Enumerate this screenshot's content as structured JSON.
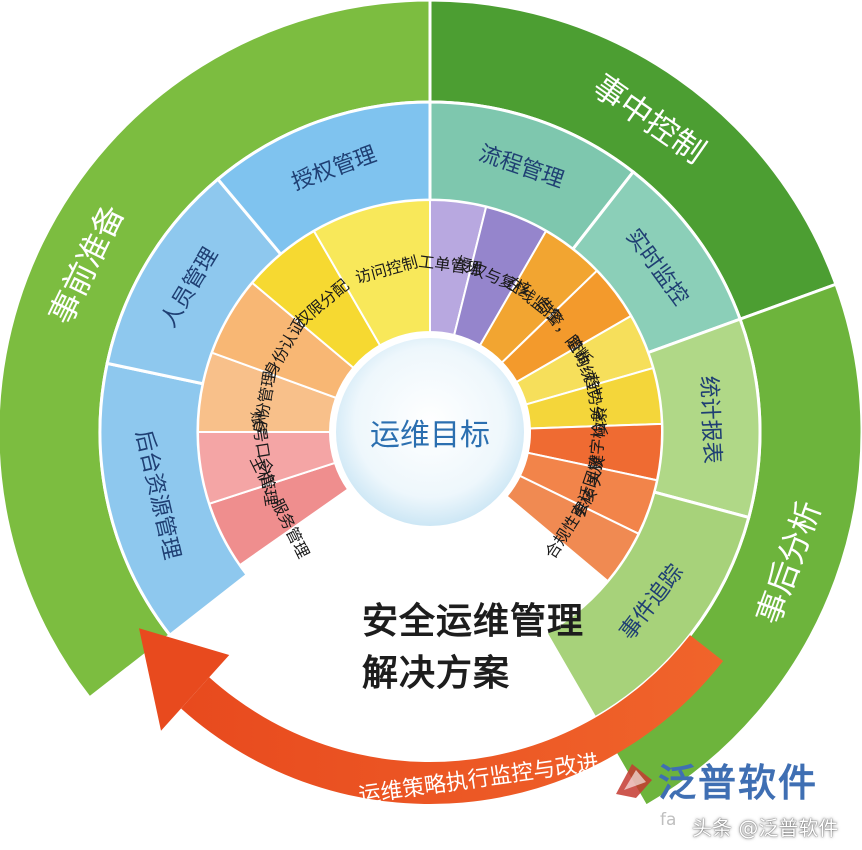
{
  "center_label": "运维目标",
  "solution": {
    "line1": "安全运维管理",
    "line2": "解决方案"
  },
  "cycle_label": "运维策略执行监控与改进",
  "brand": {
    "name": "泛普软件",
    "url": "fa"
  },
  "watermark": "头条 @泛普软件",
  "phases": [
    {
      "label": "事前准备",
      "color": "#7cbd40"
    },
    {
      "label": "事中控制",
      "color": "#4c9e32"
    },
    {
      "label": "事后分析",
      "color": "#6db43c"
    }
  ],
  "categories": [
    {
      "label": "后台资源管理",
      "color": "#8ec8ee"
    },
    {
      "label": "人员管理",
      "color": "#8ec8ee"
    },
    {
      "label": "授权管理",
      "color": "#7fc3ef"
    },
    {
      "label": "流程管理",
      "color": "#7ec7ae"
    },
    {
      "label": "实时监控",
      "color": "#8bcfb8"
    },
    {
      "label": "统计报表",
      "color": "#b0d887"
    },
    {
      "label": "事件追踪",
      "color": "#a7d27a"
    }
  ],
  "items": [
    {
      "label": "主机、服务管理",
      "color": "#ef8e8e"
    },
    {
      "label": "账号口令管理",
      "color": "#f4a5a5"
    },
    {
      "label": "身份管理",
      "color": "#f8c08a"
    },
    {
      "label": "身份认证",
      "color": "#f8b774"
    },
    {
      "label": "权限分配",
      "color": "#f6d931"
    },
    {
      "label": "访问控制",
      "color": "#f8e85a"
    },
    {
      "label": "工单管理",
      "color": "#b8a8e0"
    },
    {
      "label": "授权与复核",
      "color": "#9585cc"
    },
    {
      "label": "在线监控",
      "color": "#f2a531"
    },
    {
      "label": "告警，阻断",
      "color": "#f39a2c"
    },
    {
      "label": "查询统计",
      "color": "#f6df5b"
    },
    {
      "label": "趋势分析",
      "color": "#f4d63a"
    },
    {
      "label": "关键字检索",
      "color": "#ef6b32"
    },
    {
      "label": "会话回放",
      "color": "#f2844a"
    },
    {
      "label": "合规性审核",
      "color": "#f08a52"
    }
  ]
}
